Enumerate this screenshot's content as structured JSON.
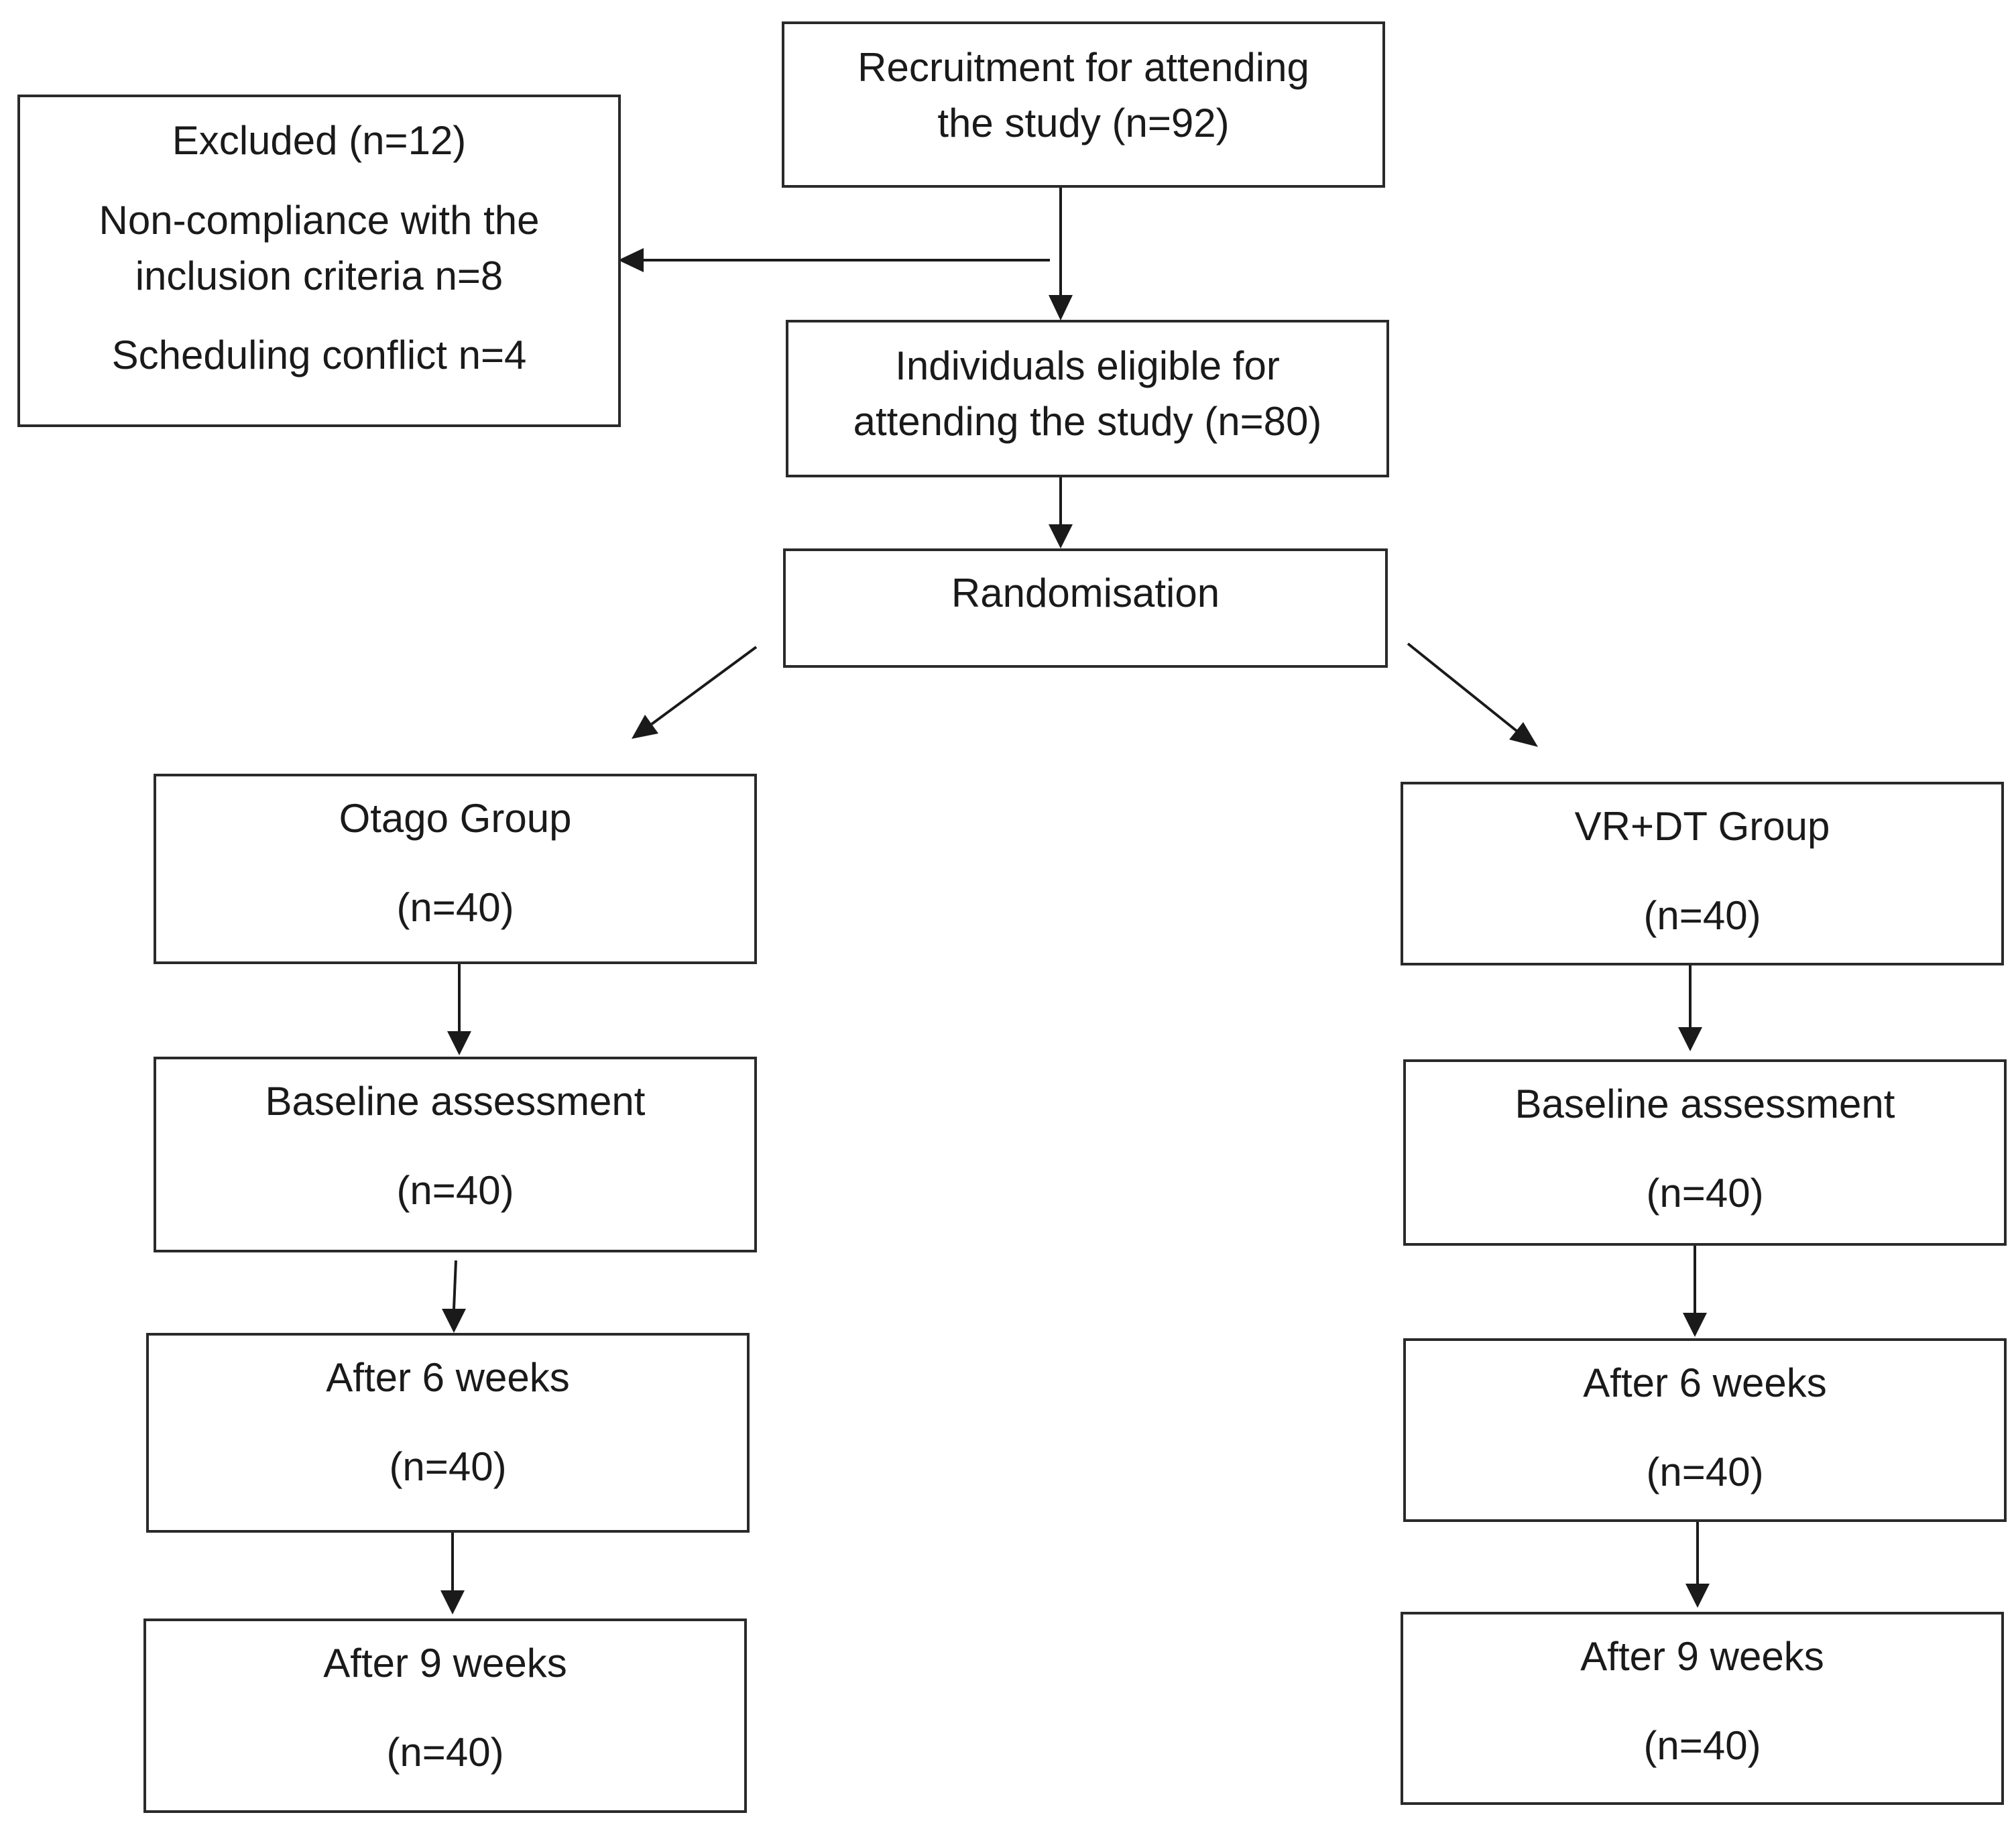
{
  "recruitment": {
    "line1": "Recruitment for attending",
    "line2": "the study (n=92)"
  },
  "excluded": {
    "title": "Excluded (n=12)",
    "reason1_line1": "Non-compliance with the",
    "reason1_line2": "inclusion criteria n=8",
    "reason2": "Scheduling conflict n=4"
  },
  "eligible": {
    "line1": "Individuals eligible for",
    "line2": "attending the study (n=80)"
  },
  "randomisation": {
    "label": "Randomisation"
  },
  "otago": {
    "group": {
      "title": "Otago Group",
      "n": "(n=40)"
    },
    "baseline": {
      "title": "Baseline assessment",
      "n": "(n=40)"
    },
    "week6": {
      "title": "After 6 weeks",
      "n": "(n=40)"
    },
    "week9": {
      "title": "After 9 weeks",
      "n": "(n=40)"
    }
  },
  "vrdt": {
    "group": {
      "title": "VR+DT Group",
      "n": "(n=40)"
    },
    "baseline": {
      "title": "Baseline assessment",
      "n": "(n=40)"
    },
    "week6": {
      "title": "After 6 weeks",
      "n": "(n=40)"
    },
    "week9": {
      "title": "After 9 weeks",
      "n": "(n=40)"
    }
  }
}
